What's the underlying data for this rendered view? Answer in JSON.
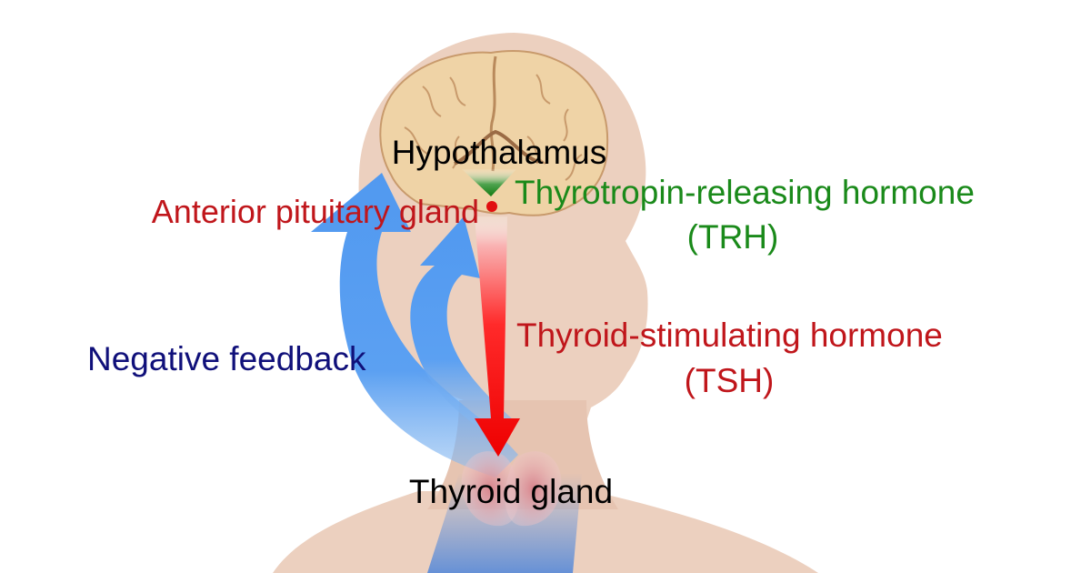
{
  "labels": {
    "hypothalamus": "Hypothalamus",
    "anterior_pituitary": "Anterior pituitary gland",
    "trh_line1": "Thyrotropin-releasing hormone",
    "trh_line2": "(TRH)",
    "tsh_line1": "Thyroid-stimulating hormone",
    "tsh_line2": "(TSH)",
    "negative_feedback": "Negative feedback",
    "thyroid_gland": "Thyroid gland"
  },
  "colors": {
    "skin": "#ecd0bf",
    "brain_tissue": "#efd3a6",
    "brain_outline": "#c89a6c",
    "trh_text": "#1a8a1a",
    "trh_arrow": "#1f8a1f",
    "tsh_red": "#e11010",
    "label_red": "#c0161b",
    "feedback_blue": "#5ba0f2",
    "feedback_text": "#10107a",
    "thyroid": "#e3a8ad",
    "black_text": "#000000"
  }
}
